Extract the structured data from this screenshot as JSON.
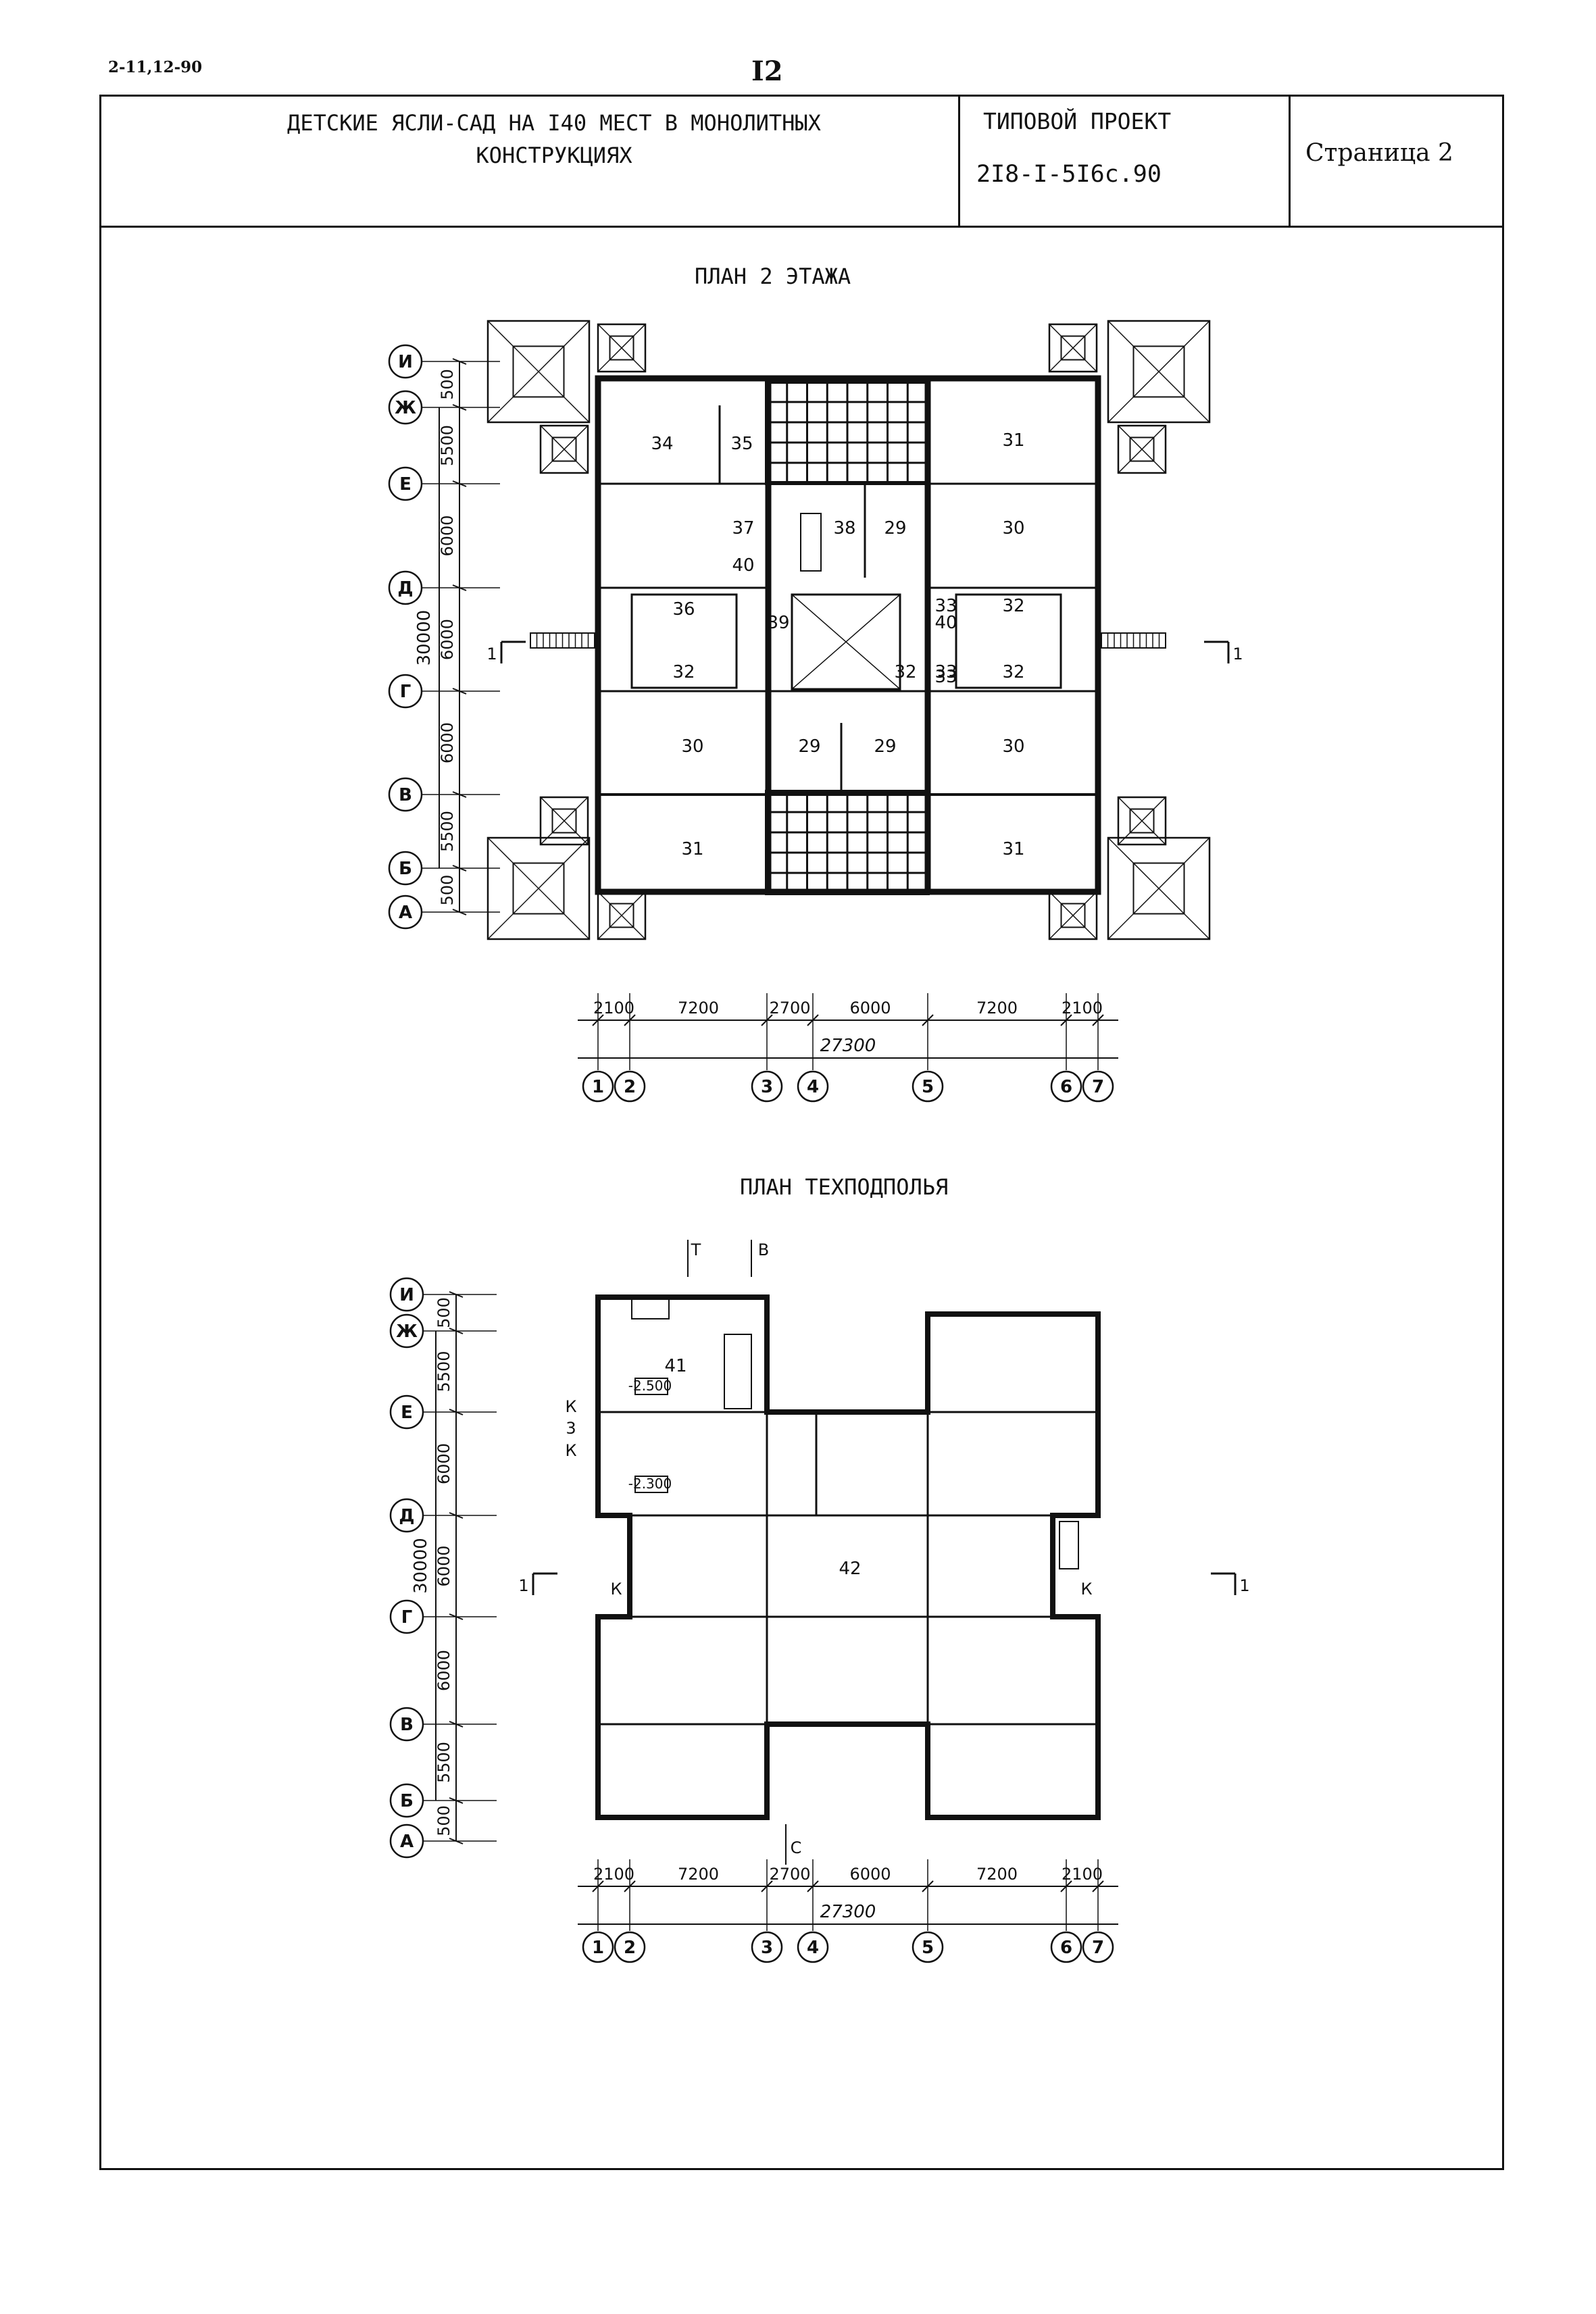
{
  "sheet": {
    "code": "2-11,12-90",
    "page_number": "I2",
    "title_line1": "ДЕТСКИЕ ЯСЛИ-САД НА I40 МЕСТ В МОНОЛИТНЫХ",
    "title_line2": "КОНСТРУКЦИЯХ",
    "project_type": "ТИПОВОЙ ПРОЕКТ",
    "project_code": "2I8-I-5I6с.90",
    "page_label": "Страница 2"
  },
  "plan1": {
    "title": "ПЛАН 2 ЭТАЖА",
    "row_axes": [
      "И",
      "Ж",
      "Е",
      "Д",
      "Г",
      "В",
      "Б",
      "А"
    ],
    "row_dims": [
      "500",
      "5500",
      "6000",
      "6000",
      "6000",
      "5500",
      "500"
    ],
    "total_height": "30000",
    "col_axes": [
      "1",
      "2",
      "3",
      "4",
      "5",
      "6",
      "7"
    ],
    "col_dims": [
      "2100",
      "7200",
      "2700",
      "6000",
      "7200",
      "2100"
    ],
    "total_width": "27300",
    "section_mark": "1",
    "rooms": [
      "34",
      "35",
      "31",
      "37",
      "38",
      "29",
      "30",
      "40",
      "36",
      "39",
      "33",
      "32",
      "32",
      "33",
      "32",
      "40",
      "33",
      "32",
      "30",
      "29",
      "29",
      "30",
      "31",
      "31"
    ]
  },
  "plan2": {
    "title": "ПЛАН ТЕХПОДПОЛЬЯ",
    "row_axes": [
      "И",
      "Ж",
      "Е",
      "Д",
      "Г",
      "В",
      "Б",
      "А"
    ],
    "row_dims": [
      "500",
      "5500",
      "6000",
      "6000",
      "6000",
      "5500",
      "500"
    ],
    "total_height": "30000",
    "col_axes": [
      "1",
      "2",
      "3",
      "4",
      "5",
      "6",
      "7"
    ],
    "col_dims": [
      "2100",
      "7200",
      "2700",
      "6000",
      "7200",
      "2100"
    ],
    "total_width": "27300",
    "section_mark": "1",
    "rooms": [
      "41",
      "42"
    ],
    "levels": [
      "-2.500",
      "-2.300"
    ],
    "marks": [
      "Т",
      "В",
      "К",
      "3",
      "К",
      "К",
      "К",
      "С"
    ]
  }
}
